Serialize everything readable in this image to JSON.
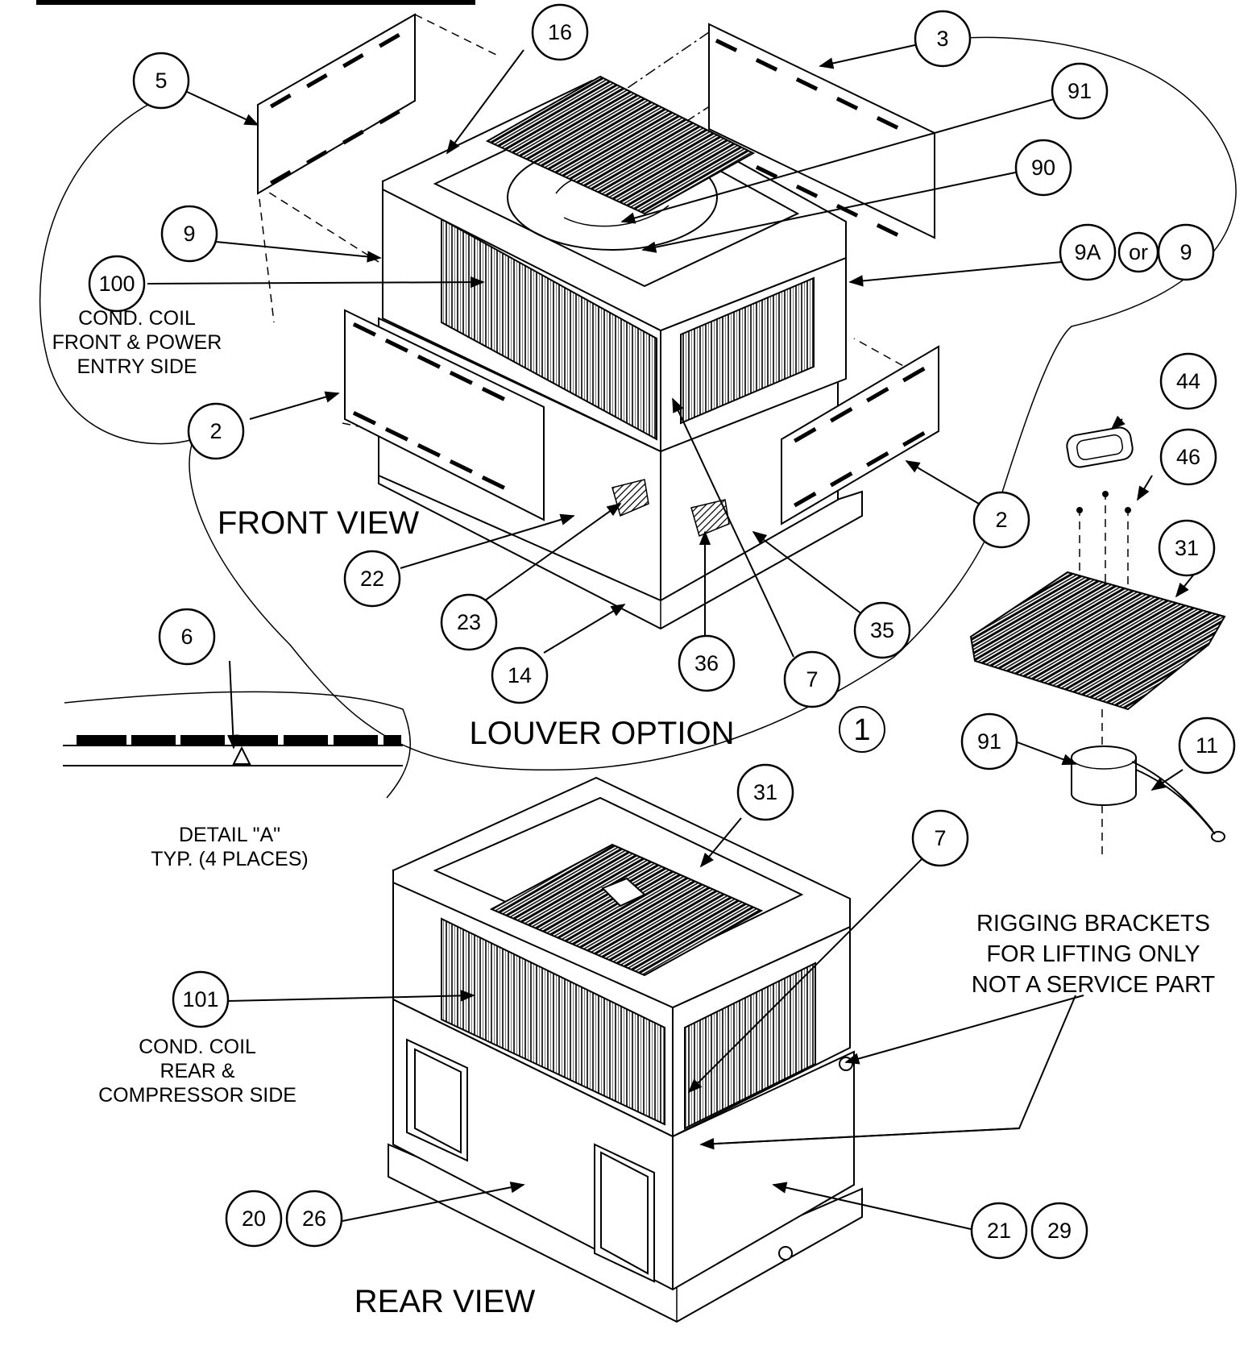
{
  "title_bar_color": "#000000",
  "labels": {
    "front_view": "FRONT VIEW",
    "rear_view": "REAR VIEW",
    "louver_option": "LOUVER OPTION",
    "option_marker": "1",
    "or_word": "or",
    "cond_coil_front": [
      "COND. COIL",
      "FRONT & POWER",
      "ENTRY SIDE"
    ],
    "cond_coil_rear": [
      "COND. COIL",
      "REAR &",
      "COMPRESSOR SIDE"
    ],
    "detail_a": [
      "DETAIL \"A\"",
      "TYP. (4 PLACES)"
    ],
    "rigging": [
      "RIGGING BRACKETS",
      "FOR LIFTING ONLY",
      "NOT A SERVICE PART"
    ]
  },
  "callouts": {
    "c16": "16",
    "c3": "3",
    "c91a": "91",
    "c90": "90",
    "c5": "5",
    "c9a": "9",
    "c9A": "9A",
    "c9b": "9",
    "c100": "100",
    "c2a": "2",
    "c2b": "2",
    "c44": "44",
    "c46": "46",
    "c31a": "31",
    "c22": "22",
    "c23": "23",
    "c35": "35",
    "c14": "14",
    "c36": "36",
    "c7a": "7",
    "c6": "6",
    "c91b": "91",
    "c11": "11",
    "c31b": "31",
    "c7b": "7",
    "c101": "101",
    "c20": "20",
    "c26": "26",
    "c21": "21",
    "c29": "29"
  }
}
